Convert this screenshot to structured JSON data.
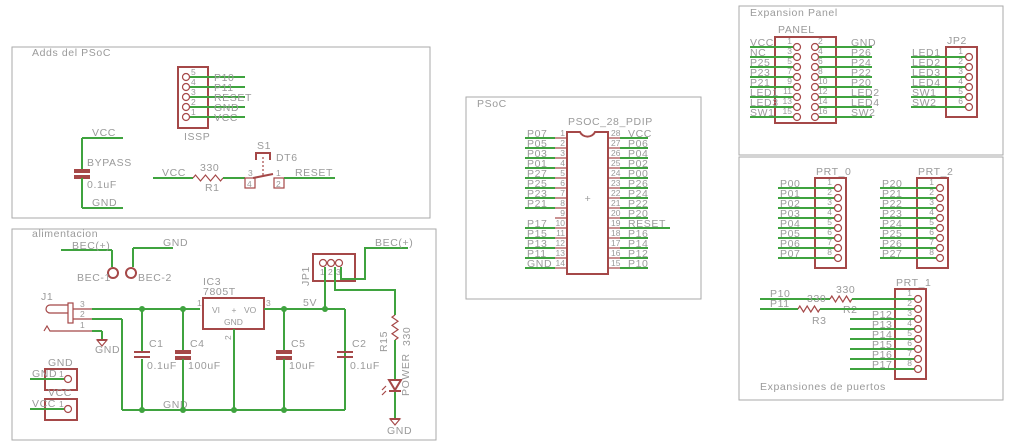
{
  "frames": {
    "adds": "Adds del PSoC",
    "alim": "alimentacion",
    "psoc": "PSoC",
    "exp_panel": "Expansion Panel",
    "exp_ports": "Expansiones de puertos"
  },
  "issp": {
    "name": "ISSP",
    "pins": [
      {
        "num": "5",
        "label": "P10"
      },
      {
        "num": "4",
        "label": "P11"
      },
      {
        "num": "3",
        "label": "RESET"
      },
      {
        "num": "2",
        "label": "GND"
      },
      {
        "num": "1",
        "label": "VCC"
      }
    ]
  },
  "bypass": {
    "vcc": "VCC",
    "name": "BYPASS",
    "value": "0.1uF",
    "gnd": "GND"
  },
  "reset_circuit": {
    "vcc": "VCC",
    "r_value": "330",
    "r_name": "R1",
    "s_name": "S1",
    "s_type": "DT6",
    "pins": [
      "3",
      "4",
      "1",
      "2"
    ],
    "net": "RESET"
  },
  "alim": {
    "bec_plus": "BEC(+)",
    "gnd": "GND",
    "bec1": "BEC-1",
    "bec2": "BEC-2",
    "j1": {
      "name": "J1",
      "pins": [
        "3",
        "2",
        "1"
      ],
      "gnd": "GND"
    },
    "ic": {
      "name": "IC3",
      "part": "7805T",
      "vi": "VI",
      "vo": "VO",
      "gnd": "GND",
      "plus": "+",
      "pins": [
        "1",
        "3",
        "2"
      ]
    },
    "net_5v": "5V",
    "gnd_rail": "GND",
    "caps": [
      {
        "name": "C1",
        "value": "0.1uF"
      },
      {
        "name": "C4",
        "value": "100uF"
      },
      {
        "name": "C5",
        "value": "10uF"
      },
      {
        "name": "C2",
        "value": "0.1uF"
      }
    ],
    "jp1": {
      "name": "JP1",
      "pins": [
        "1",
        "2",
        "3"
      ],
      "net": "BEC(+)"
    },
    "r15": {
      "name": "R15",
      "value": "330"
    },
    "led": {
      "name": "POWER"
    },
    "led_gnd": "GND",
    "gnd_conn": {
      "title": "GND",
      "net": "GND",
      "pin": "1"
    },
    "vcc_conn": {
      "title": "VCC",
      "net": "VCC",
      "pin": "1"
    }
  },
  "psoc": {
    "part": "PSOC_28_PDIP",
    "origin": "+",
    "left": [
      {
        "label": "P07",
        "num": "1"
      },
      {
        "label": "P05",
        "num": "2"
      },
      {
        "label": "P03",
        "num": "3"
      },
      {
        "label": "P01",
        "num": "4"
      },
      {
        "label": "P27",
        "num": "5"
      },
      {
        "label": "P25",
        "num": "6"
      },
      {
        "label": "P23",
        "num": "7"
      },
      {
        "label": "P21",
        "num": "8"
      },
      {
        "num": "9"
      },
      {
        "label": "P17",
        "num": "10"
      },
      {
        "label": "P15",
        "num": "11"
      },
      {
        "label": "P13",
        "num": "12"
      },
      {
        "label": "P11",
        "num": "13"
      },
      {
        "label": "GND",
        "num": "14"
      }
    ],
    "right": [
      {
        "label": "VCC",
        "num": "28"
      },
      {
        "label": "P06",
        "num": "27"
      },
      {
        "label": "P04",
        "num": "26"
      },
      {
        "label": "P02",
        "num": "25"
      },
      {
        "label": "P00",
        "num": "24"
      },
      {
        "label": "P26",
        "num": "23"
      },
      {
        "label": "P24",
        "num": "22"
      },
      {
        "label": "P22",
        "num": "21"
      },
      {
        "label": "P20",
        "num": "20"
      },
      {
        "label": "RESET",
        "num": "19"
      },
      {
        "label": "P16",
        "num": "18"
      },
      {
        "label": "P14",
        "num": "17"
      },
      {
        "label": "P12",
        "num": "16"
      },
      {
        "label": "P10",
        "num": "15"
      }
    ]
  },
  "panel": {
    "name": "PANEL",
    "left": [
      {
        "label": "VCC",
        "num": "1"
      },
      {
        "label": "NC",
        "num": "3"
      },
      {
        "label": "P25",
        "num": "5"
      },
      {
        "label": "P23",
        "num": "7"
      },
      {
        "label": "P21",
        "num": "9"
      },
      {
        "label": "LED1",
        "num": "11"
      },
      {
        "label": "LED3",
        "num": "13"
      },
      {
        "label": "SW1",
        "num": "15"
      }
    ],
    "right": [
      {
        "label": "GND",
        "num": "2"
      },
      {
        "label": "P26",
        "num": "4"
      },
      {
        "label": "P24",
        "num": "6"
      },
      {
        "label": "P22",
        "num": "8"
      },
      {
        "label": "P20",
        "num": "10"
      },
      {
        "label": "LED2",
        "num": "12"
      },
      {
        "label": "LED4",
        "num": "14"
      },
      {
        "label": "SW2",
        "num": "16"
      }
    ]
  },
  "jp2": {
    "name": "JP2",
    "pins": [
      {
        "label": "LED1",
        "num": "1"
      },
      {
        "label": "LED2",
        "num": "2"
      },
      {
        "label": "LED3",
        "num": "3"
      },
      {
        "label": "LED4",
        "num": "4"
      },
      {
        "label": "SW1",
        "num": "5"
      },
      {
        "label": "SW2",
        "num": "6"
      }
    ]
  },
  "prt0": {
    "name": "PRT_0",
    "pins": [
      {
        "label": "P00",
        "num": "1"
      },
      {
        "label": "P01",
        "num": "2"
      },
      {
        "label": "P02",
        "num": "3"
      },
      {
        "label": "P03",
        "num": "4"
      },
      {
        "label": "P04",
        "num": "5"
      },
      {
        "label": "P05",
        "num": "6"
      },
      {
        "label": "P06",
        "num": "7"
      },
      {
        "label": "P07",
        "num": "8"
      }
    ]
  },
  "prt2": {
    "name": "PRT_2",
    "pins": [
      {
        "label": "P20",
        "num": "1"
      },
      {
        "label": "P21",
        "num": "2"
      },
      {
        "label": "P22",
        "num": "3"
      },
      {
        "label": "P23",
        "num": "4"
      },
      {
        "label": "P24",
        "num": "5"
      },
      {
        "label": "P25",
        "num": "6"
      },
      {
        "label": "P26",
        "num": "7"
      },
      {
        "label": "P27",
        "num": "8"
      }
    ]
  },
  "prt1": {
    "name": "PRT_1",
    "pins": [
      {
        "label": "P10",
        "num": "1"
      },
      {
        "label": "P11",
        "num": "2"
      },
      {
        "label": "P12",
        "num": "3"
      },
      {
        "label": "P13",
        "num": "4"
      },
      {
        "label": "P14",
        "num": "5"
      },
      {
        "label": "P15",
        "num": "6"
      },
      {
        "label": "P16",
        "num": "7"
      },
      {
        "label": "P17",
        "num": "8"
      }
    ],
    "r2": {
      "name": "R2",
      "value": "330"
    },
    "r3": {
      "name": "R3",
      "value": "330"
    }
  }
}
